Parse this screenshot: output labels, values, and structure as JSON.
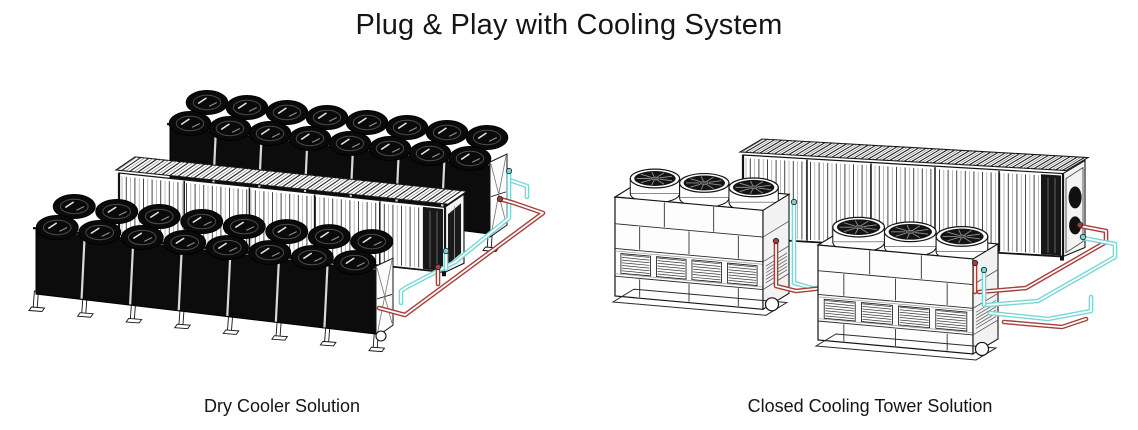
{
  "title": "Plug & Play with Cooling System",
  "captions": {
    "left": "Dry Cooler Solution",
    "right": "Closed Cooling Tower Solution"
  },
  "colors": {
    "ink": "#141414",
    "fan_dark": "#0a0a0a",
    "pipe_hot": "#a63e3a",
    "pipe_cold": "#79d7d5",
    "paper": "#ffffff"
  },
  "left_scene": {
    "dry_cooler_count": 2,
    "fans_per_row": 8,
    "fan_rows_per_unit": 2,
    "container_count": 1
  },
  "right_scene": {
    "cooling_tower_count": 2,
    "fans_per_tower": 3,
    "container_count": 1
  }
}
